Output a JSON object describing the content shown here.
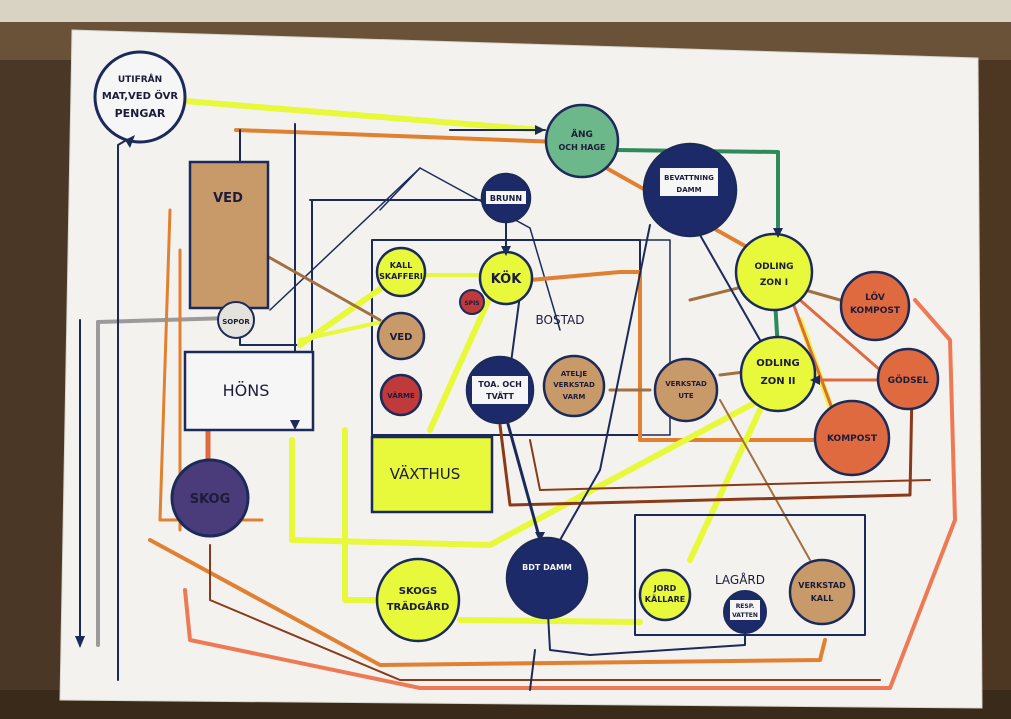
{
  "nodes": {
    "utifran": [
      "UTIFRÅN",
      "MAT,VED ÖVR",
      "PENGAR"
    ],
    "ved_storage": "VED",
    "sopor": "SOPOR",
    "hons": "HÖNS",
    "skog": "SKOG",
    "kallskafferi": [
      "KALL",
      "SKAFFERI"
    ],
    "kok": "KÖK",
    "brunn": "BRUNN",
    "spis": "SPIS",
    "ved_small": "VED",
    "varme": "VÄRME",
    "bostad": "BOSTAD",
    "toa": [
      "TOA. OCH",
      "TVÄTT"
    ],
    "atelje": [
      "ATELJE",
      "VERKSTAD",
      "VARM"
    ],
    "verkstad_ute": [
      "VERKSTAD",
      "UTE"
    ],
    "vaxthus": "VÄXTHUS",
    "ang": [
      "ÄNG",
      "OCH HAGE"
    ],
    "bevattning": [
      "BEVATTNING",
      "DAMM"
    ],
    "odling1": [
      "ODLING",
      "ZON I"
    ],
    "odling2": [
      "ODLING",
      "ZON II"
    ],
    "lovkompost": [
      "LÖV",
      "KOMPOST"
    ],
    "godsel": "GÖDSEL",
    "kompost": "KOMPOST",
    "bdt": "BDT DAMM",
    "skogstradgard": [
      "SKOGS",
      "TRÄDGÅRD"
    ],
    "lagard": "LAGÅRD",
    "jordkallare": [
      "JORD",
      "KÄLLARE"
    ],
    "resp_vatten": [
      "RESP.",
      "VATTEN"
    ],
    "verkstad_kall": [
      "VERKSTAD",
      "KALL"
    ]
  },
  "colors": {
    "paper": "#f3f2ee",
    "navy": "#1c2a5a",
    "neon": "#e8f83a",
    "brown": "#c89a6a",
    "green": "#6db88a",
    "orange": "#e06a40",
    "red": "#c0393b",
    "purple": "#4a3c7a",
    "orange_line": "#e08030",
    "salmon_line": "#ee7a55",
    "gray_line": "#9a9a9a",
    "dark_brown_line": "#8a3a18"
  }
}
